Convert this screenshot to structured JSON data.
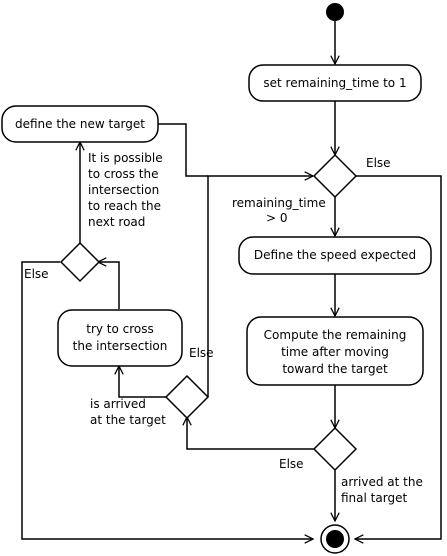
{
  "nodes": {
    "set_time": "set remaining_time to 1",
    "define_target": "define the new target",
    "define_speed": "Define the speed expected",
    "compute": [
      "Compute the remaining",
      "time after moving",
      "toward the target"
    ],
    "try_cross": [
      "try to cross",
      "the intersection"
    ]
  },
  "edge_labels": {
    "d1_else": "Else",
    "d1_remaining": [
      "remaining_time",
      "> 0"
    ],
    "d2_else": "Else",
    "d2_arrived": [
      "arrived at the",
      "final target"
    ],
    "d3_else": "Else",
    "d3_arrived": [
      "is arrived",
      "at the target"
    ],
    "d4_else": "Else",
    "d4_possible": [
      "It is possible",
      "to cross the",
      "intersection",
      "to reach the",
      "next road"
    ]
  }
}
